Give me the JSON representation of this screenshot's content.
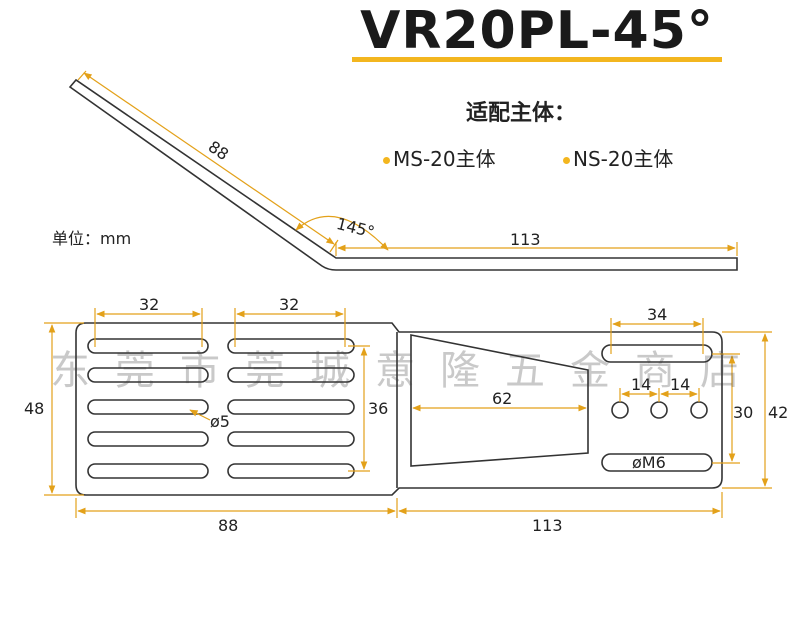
{
  "title": "VR20PL-45°",
  "compat": {
    "heading": "适配主体：",
    "items": [
      "MS-20主体",
      "NS-20主体"
    ]
  },
  "unit_note": "单位：mm",
  "watermark": "东莞市莞城意隆五金商店",
  "colors": {
    "accent": "#f3b61f",
    "outline": "#333333",
    "dim": "#e3a11a"
  },
  "side_view": {
    "dims": {
      "upper": "88",
      "angle": "145°",
      "lower": "113"
    }
  },
  "top_view": {
    "dims": {
      "slot_w_left": "32",
      "slot_w_mid": "32",
      "slot_w_right": "34",
      "hole_pitch_1": "14",
      "hole_pitch_2": "14",
      "trapezoid": "62",
      "left_height": "48",
      "slot_span": "36",
      "hole_span": "30",
      "right_height": "42",
      "bottom_left": "88",
      "bottom_right": "113",
      "hole_label": "ø5",
      "slot_label": "øM6"
    }
  }
}
